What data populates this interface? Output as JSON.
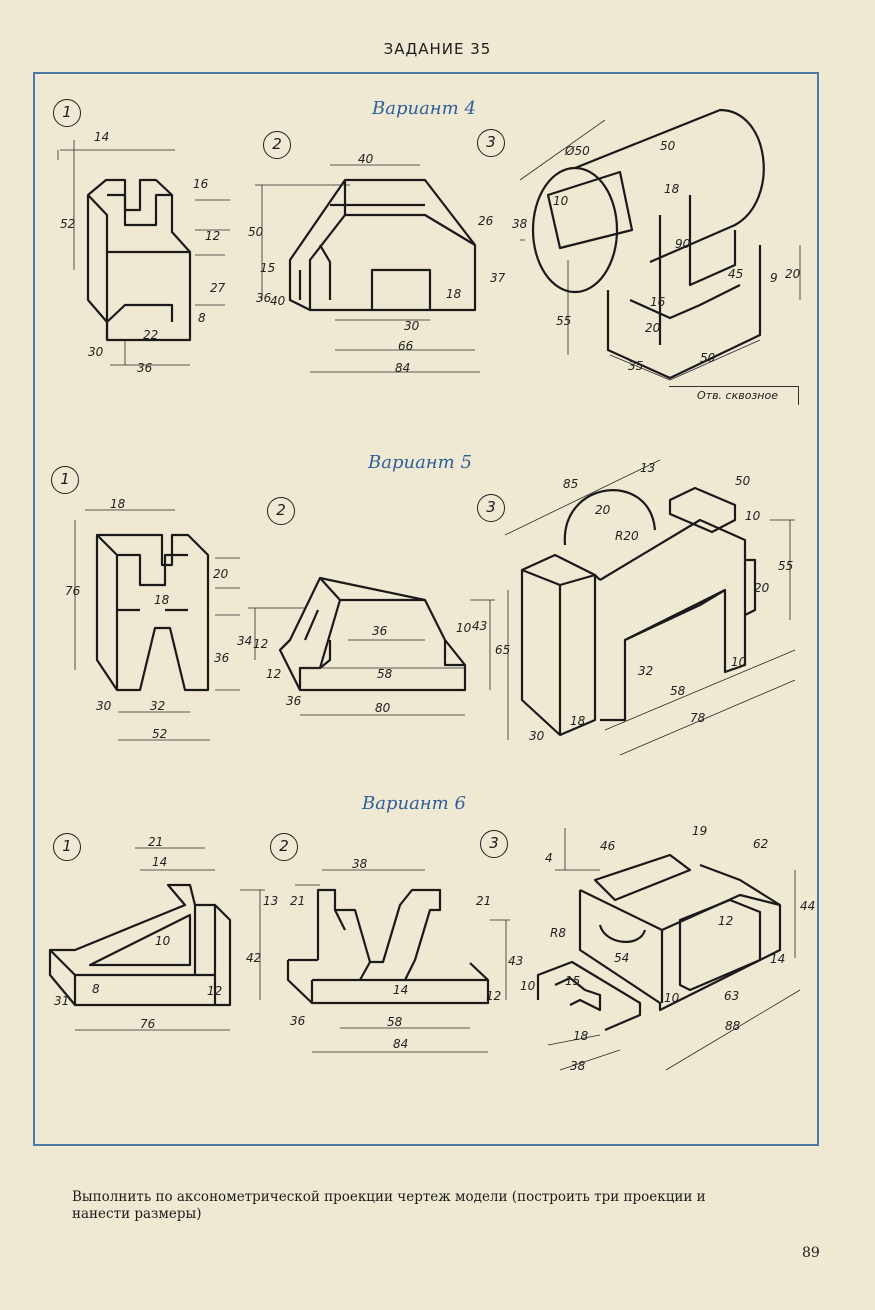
{
  "page_title": "ЗАДАНИЕ 35",
  "variants": [
    {
      "heading": "Вариант 4"
    },
    {
      "heading": "Вариант 5"
    },
    {
      "heading": "Вариант 6"
    }
  ],
  "markers": [
    "1",
    "2",
    "3"
  ],
  "dims": {
    "v4m1": [
      "14",
      "16",
      "52",
      "12",
      "27",
      "8",
      "22",
      "30",
      "36"
    ],
    "v4m2": [
      "40",
      "50",
      "15",
      "36",
      "40",
      "26",
      "37",
      "18",
      "30",
      "66",
      "84"
    ],
    "v4m3": [
      "Ø50",
      "50",
      "10",
      "38",
      "18",
      "90",
      "45",
      "9",
      "20",
      "55",
      "16",
      "20",
      "35",
      "50"
    ],
    "v5m1": [
      "18",
      "76",
      "20",
      "18",
      "34",
      "36",
      "30",
      "32",
      "52"
    ],
    "v5m2": [
      "12",
      "36",
      "12",
      "43",
      "10",
      "58",
      "65",
      "36",
      "80"
    ],
    "v5m3": [
      "85",
      "13",
      "50",
      "20",
      "R20",
      "10",
      "55",
      "20",
      "32",
      "10",
      "58",
      "30",
      "18",
      "78"
    ],
    "v6m1": [
      "21",
      "14",
      "13",
      "10",
      "42",
      "8",
      "12",
      "31",
      "76"
    ],
    "v6m2": [
      "38",
      "21",
      "21",
      "43",
      "14",
      "12",
      "10",
      "36",
      "58",
      "84"
    ],
    "v6m3": [
      "4",
      "46",
      "19",
      "62",
      "44",
      "R8",
      "12",
      "14",
      "54",
      "15",
      "10",
      "63",
      "18",
      "38",
      "88"
    ]
  },
  "note": "Отв. сквозное",
  "caption_line1": "Выполнить по аксонометрической проекции чертеж модели (построить три проекции и",
  "caption_line2": "нанести размеры)",
  "page_number": "89"
}
